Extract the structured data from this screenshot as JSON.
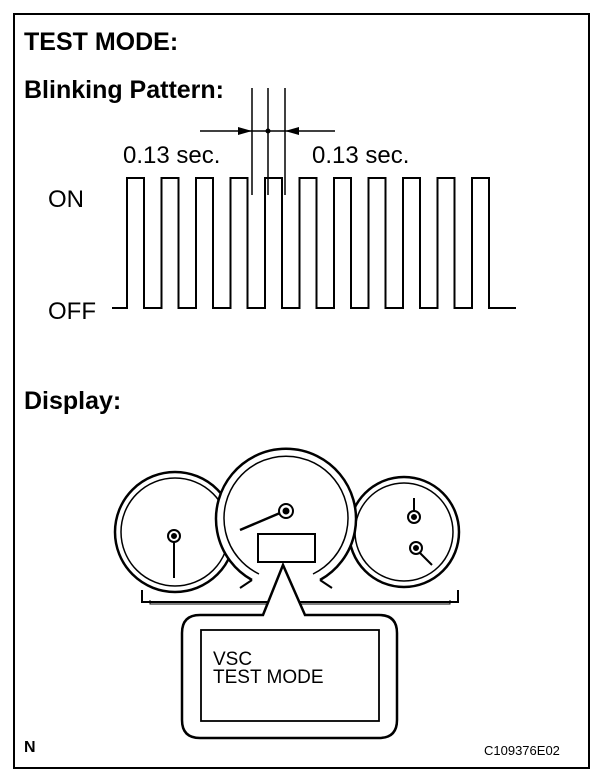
{
  "heading": "TEST MODE:",
  "pattern": {
    "label": "Blinking Pattern:",
    "on_time": "0.13 sec.",
    "off_time": "0.13 sec.",
    "on_label": "ON",
    "off_label": "OFF",
    "pulse_count": 11
  },
  "display": {
    "label": "Display:",
    "message_line1": "VSC",
    "message_line2": "TEST  MODE"
  },
  "footer": {
    "left": "N",
    "code": "C109376E02"
  }
}
